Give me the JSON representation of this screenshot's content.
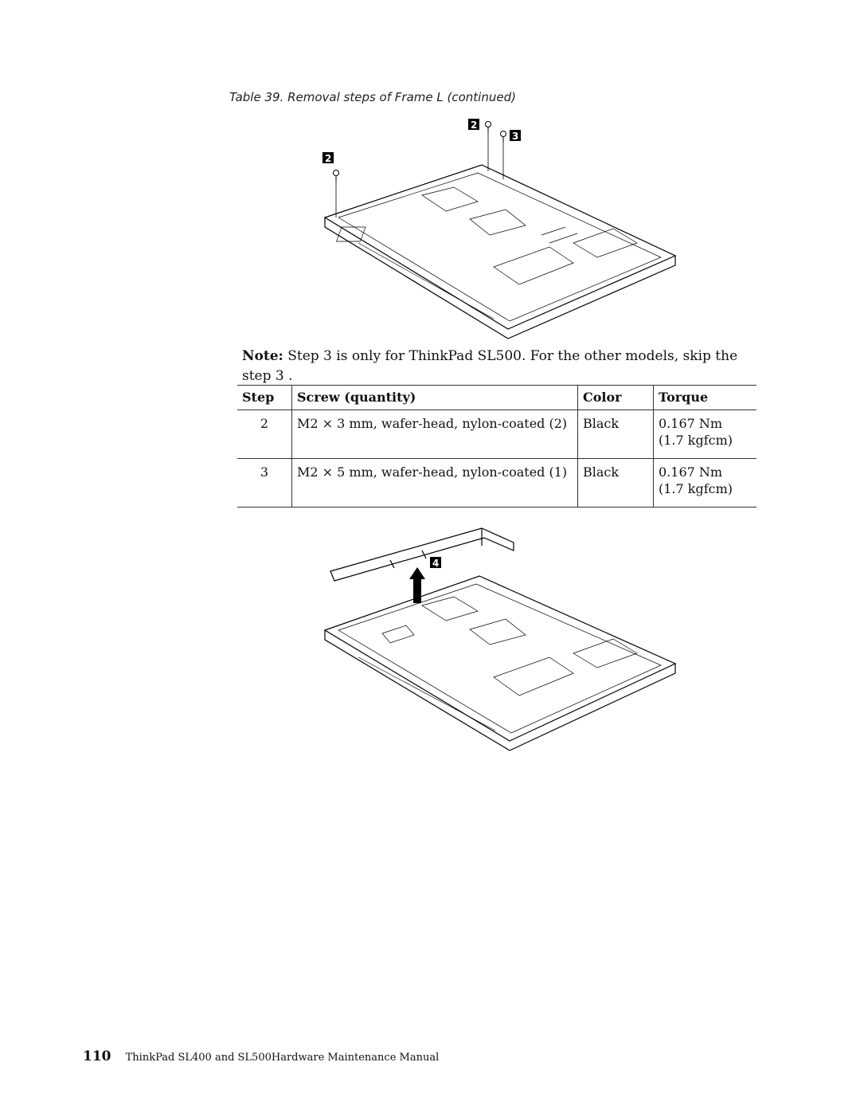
{
  "caption": "Table 39. Removal steps of Frame L (continued)",
  "figure1": {
    "callouts": [
      "2",
      "3",
      "2"
    ]
  },
  "note": {
    "label": "Note:",
    "text": "Step 3 is only for ThinkPad SL500. For the other models, skip the step 3 ."
  },
  "table": {
    "headers": [
      "Step",
      "Screw (quantity)",
      "Color",
      "Torque"
    ],
    "rows": [
      {
        "step": "2",
        "screw": "M2 × 3 mm, wafer-head, nylon-coated (2)",
        "color": "Black",
        "torque_nm": "0.167 Nm",
        "torque_kgfcm": "(1.7 kgfcm)"
      },
      {
        "step": "3",
        "screw": "M2 × 5 mm, wafer-head, nylon-coated (1)",
        "color": "Black",
        "torque_nm": "0.167 Nm",
        "torque_kgfcm": "(1.7 kgfcm)"
      }
    ]
  },
  "figure2": {
    "callouts": [
      "4"
    ]
  },
  "footer": {
    "page_number": "110",
    "title": "ThinkPad SL400 and SL500Hardware Maintenance Manual"
  }
}
